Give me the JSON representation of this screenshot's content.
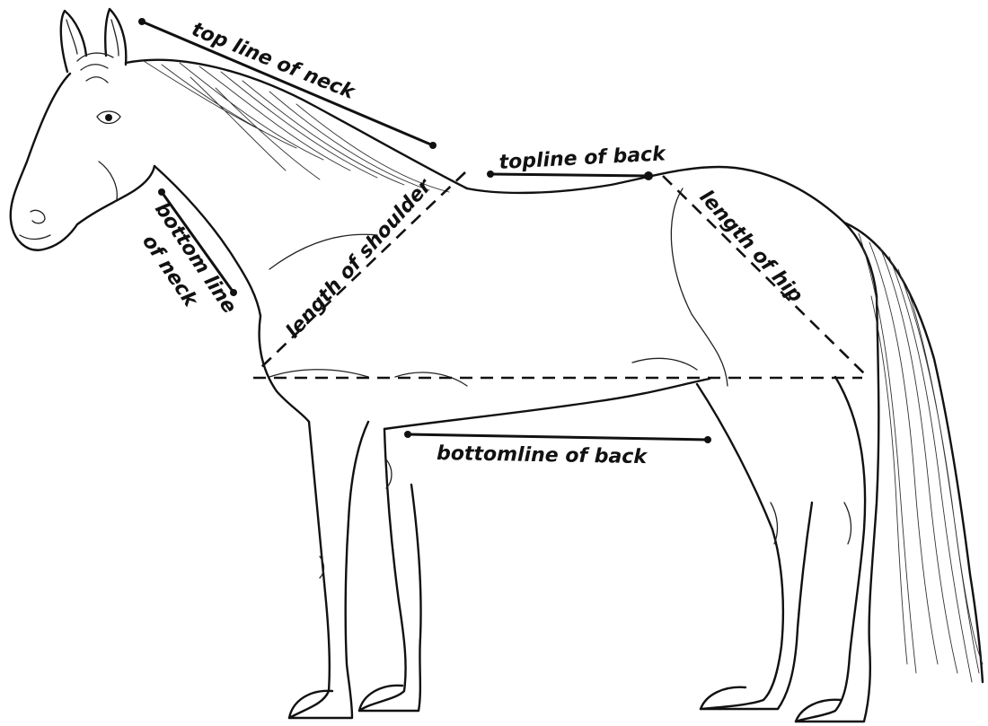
{
  "diagram": {
    "labels": {
      "top_line_of_neck": "top line of neck",
      "topline_of_back": "topline of back",
      "bottom_line_of_neck_1": "bottom line",
      "bottom_line_of_neck_2": "of neck",
      "length_of_shoulder": "length of shoulder",
      "length_of_hip": "length of hip",
      "bottomline_of_back": "bottomline of back"
    },
    "colors": {
      "ink": "#111111",
      "paper": "#ffffff"
    }
  }
}
